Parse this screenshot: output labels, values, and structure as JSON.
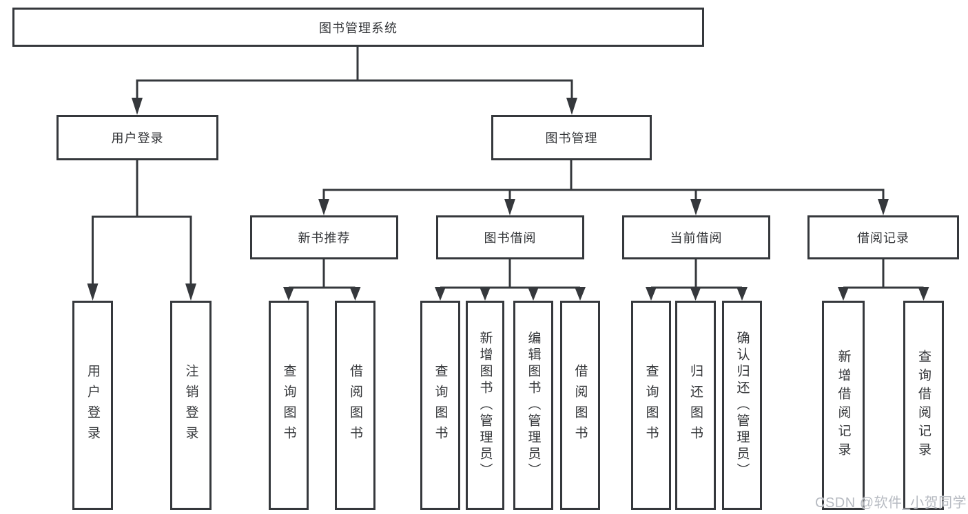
{
  "tree": {
    "root": "图书管理系统",
    "children": [
      {
        "label": "用户登录",
        "children": [
          "用户登录",
          "注销登录"
        ]
      },
      {
        "label": "图书管理",
        "children": [
          {
            "label": "新书推荐",
            "children": [
              "查询图书",
              "借阅图书"
            ]
          },
          {
            "label": "图书借阅",
            "children": [
              "查询图书",
              "新增图书（管理员）",
              "编辑图书（管理员）",
              "借阅图书"
            ]
          },
          {
            "label": "当前借阅",
            "children": [
              "查询图书",
              "归还图书",
              "确认归还（管理员）"
            ]
          },
          {
            "label": "借阅记录",
            "children": [
              "新增借阅记录",
              "查询借阅记录"
            ]
          }
        ]
      }
    ]
  },
  "watermark": {
    "text": "CSDN @软件_小贺同学"
  },
  "colors": {
    "line": "#35383c",
    "text": "#333538",
    "background": "#ffffff",
    "watermark": "#b7bbc2"
  }
}
